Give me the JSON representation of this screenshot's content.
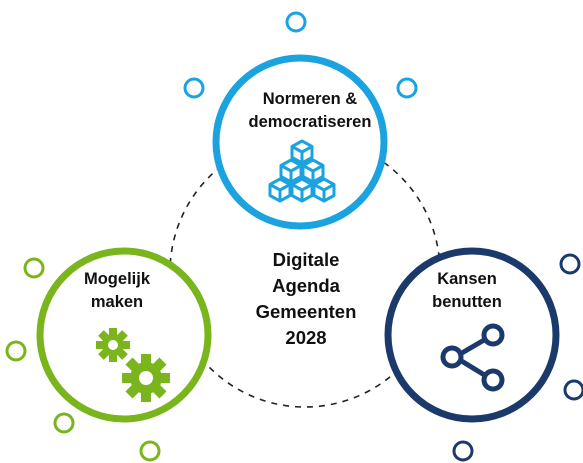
{
  "center": {
    "lines": [
      "Digitale",
      "Agenda",
      "Gemeenten",
      "2028"
    ]
  },
  "nodes": [
    {
      "id": "top",
      "lines": [
        "Normeren &",
        "democratiseren"
      ],
      "icon": "cubes-icon",
      "color": "#1aa3df"
    },
    {
      "id": "left",
      "lines": [
        "Mogelijk",
        "maken"
      ],
      "icon": "gears-icon",
      "color": "#7ab51d"
    },
    {
      "id": "right",
      "lines": [
        "Kansen",
        "benutten"
      ],
      "icon": "share-icon",
      "color": "#1b3a6b"
    }
  ],
  "colors": {
    "blue": "#1aa3df",
    "green": "#7ab51d",
    "navy": "#1b3a6b",
    "dash": "#222222"
  }
}
